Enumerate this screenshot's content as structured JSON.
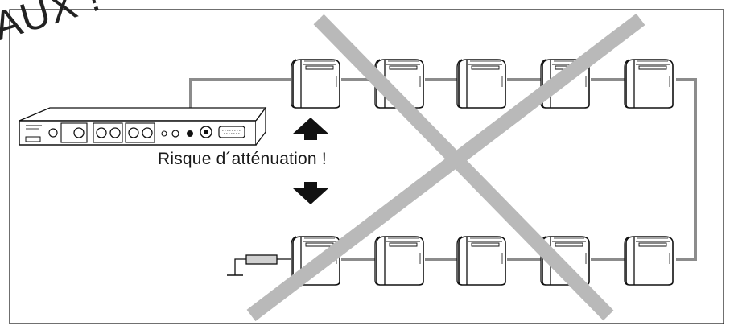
{
  "stamp_text": "AUX !",
  "caption": "Risque d´atténuation !",
  "colors": {
    "cable": "#8c8c8c",
    "cross": "#b9b9b9",
    "outline": "#111111",
    "box_fill": "#ffffff",
    "arrow": "#111111"
  },
  "units": {
    "top_row": 5,
    "bottom_row": 5
  }
}
